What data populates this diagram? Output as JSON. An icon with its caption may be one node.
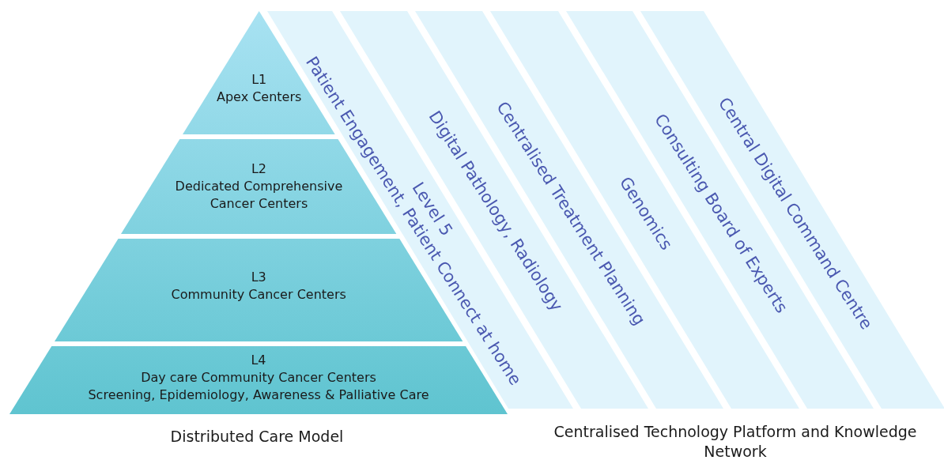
{
  "diagram": {
    "nodes": [
      {
        "text": [
          "L1",
          "Apex Centers"
        ]
      },
      {
        "text": [
          "L2",
          "Dedicated Comprehensive Cancer Centers"
        ]
      },
      {
        "text": [
          "L3",
          "Community Cancer Centers"
        ]
      },
      {
        "text": [
          "L4",
          "Day care Community Cancer Centers",
          "Screening, Epidemiology, Awareness & Palliative Care"
        ]
      },
      {
        "text": [
          "Level 5",
          "Patient Engagement, Patient Connect at home"
        ]
      },
      {
        "text": [
          "Digital Pathology, Radiology"
        ]
      },
      {
        "text": [
          "Centralised Treatment Planning"
        ]
      },
      {
        "text": [
          "Genomics"
        ]
      },
      {
        "text": [
          "Consulting Board of Experts"
        ]
      },
      {
        "text": [
          "Central Digital Command Centre"
        ]
      }
    ],
    "edges": [],
    "labels": [
      "Distributed Care Model",
      "Centralised Technology Platform and Knowledge Network"
    ]
  }
}
